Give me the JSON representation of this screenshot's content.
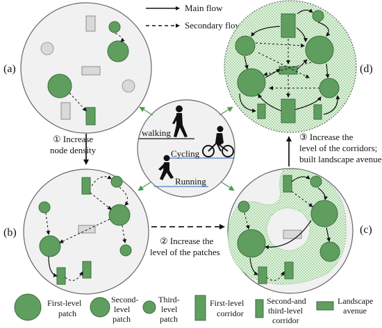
{
  "legend_top": {
    "main_flow": "Main flow",
    "secondary_flow": "Secondary flow"
  },
  "panels": {
    "a": "(a)",
    "b": "(b)",
    "c": "(c)",
    "d": "(d)"
  },
  "center": {
    "walking": "walking",
    "cycling": "Cycling",
    "running": "Running"
  },
  "steps": {
    "step1_line1": "① Increase",
    "step1_line2": "node density",
    "step2_line1": "② Increase the",
    "step2_line2": "level of the patches",
    "step3_line1": "③ Increase the",
    "step3_line2": "level of the corridors;",
    "step3_line3": "built landscape avenue"
  },
  "legend_bottom": {
    "first_patch_1": "First-level",
    "first_patch_2": "patch",
    "second_patch_1": "Second-",
    "second_patch_2": "level",
    "second_patch_3": "patch",
    "third_patch_1": "Third-",
    "third_patch_2": "level",
    "third_patch_3": "patch",
    "first_corridor_1": "First-level",
    "first_corridor_2": "corridor",
    "sec_corridor_1": "Second-and",
    "sec_corridor_2": "third-level",
    "sec_corridor_3": "corridor",
    "avenue_1": "Landscape",
    "avenue_2": "avenue"
  },
  "colors": {
    "patch_fill": "#5f9e5f",
    "patch_stroke": "#3c6e3c",
    "hatch": "#7dbf7d",
    "gray": "#d9d9d9",
    "arrow_green": "#4a9a4a"
  }
}
